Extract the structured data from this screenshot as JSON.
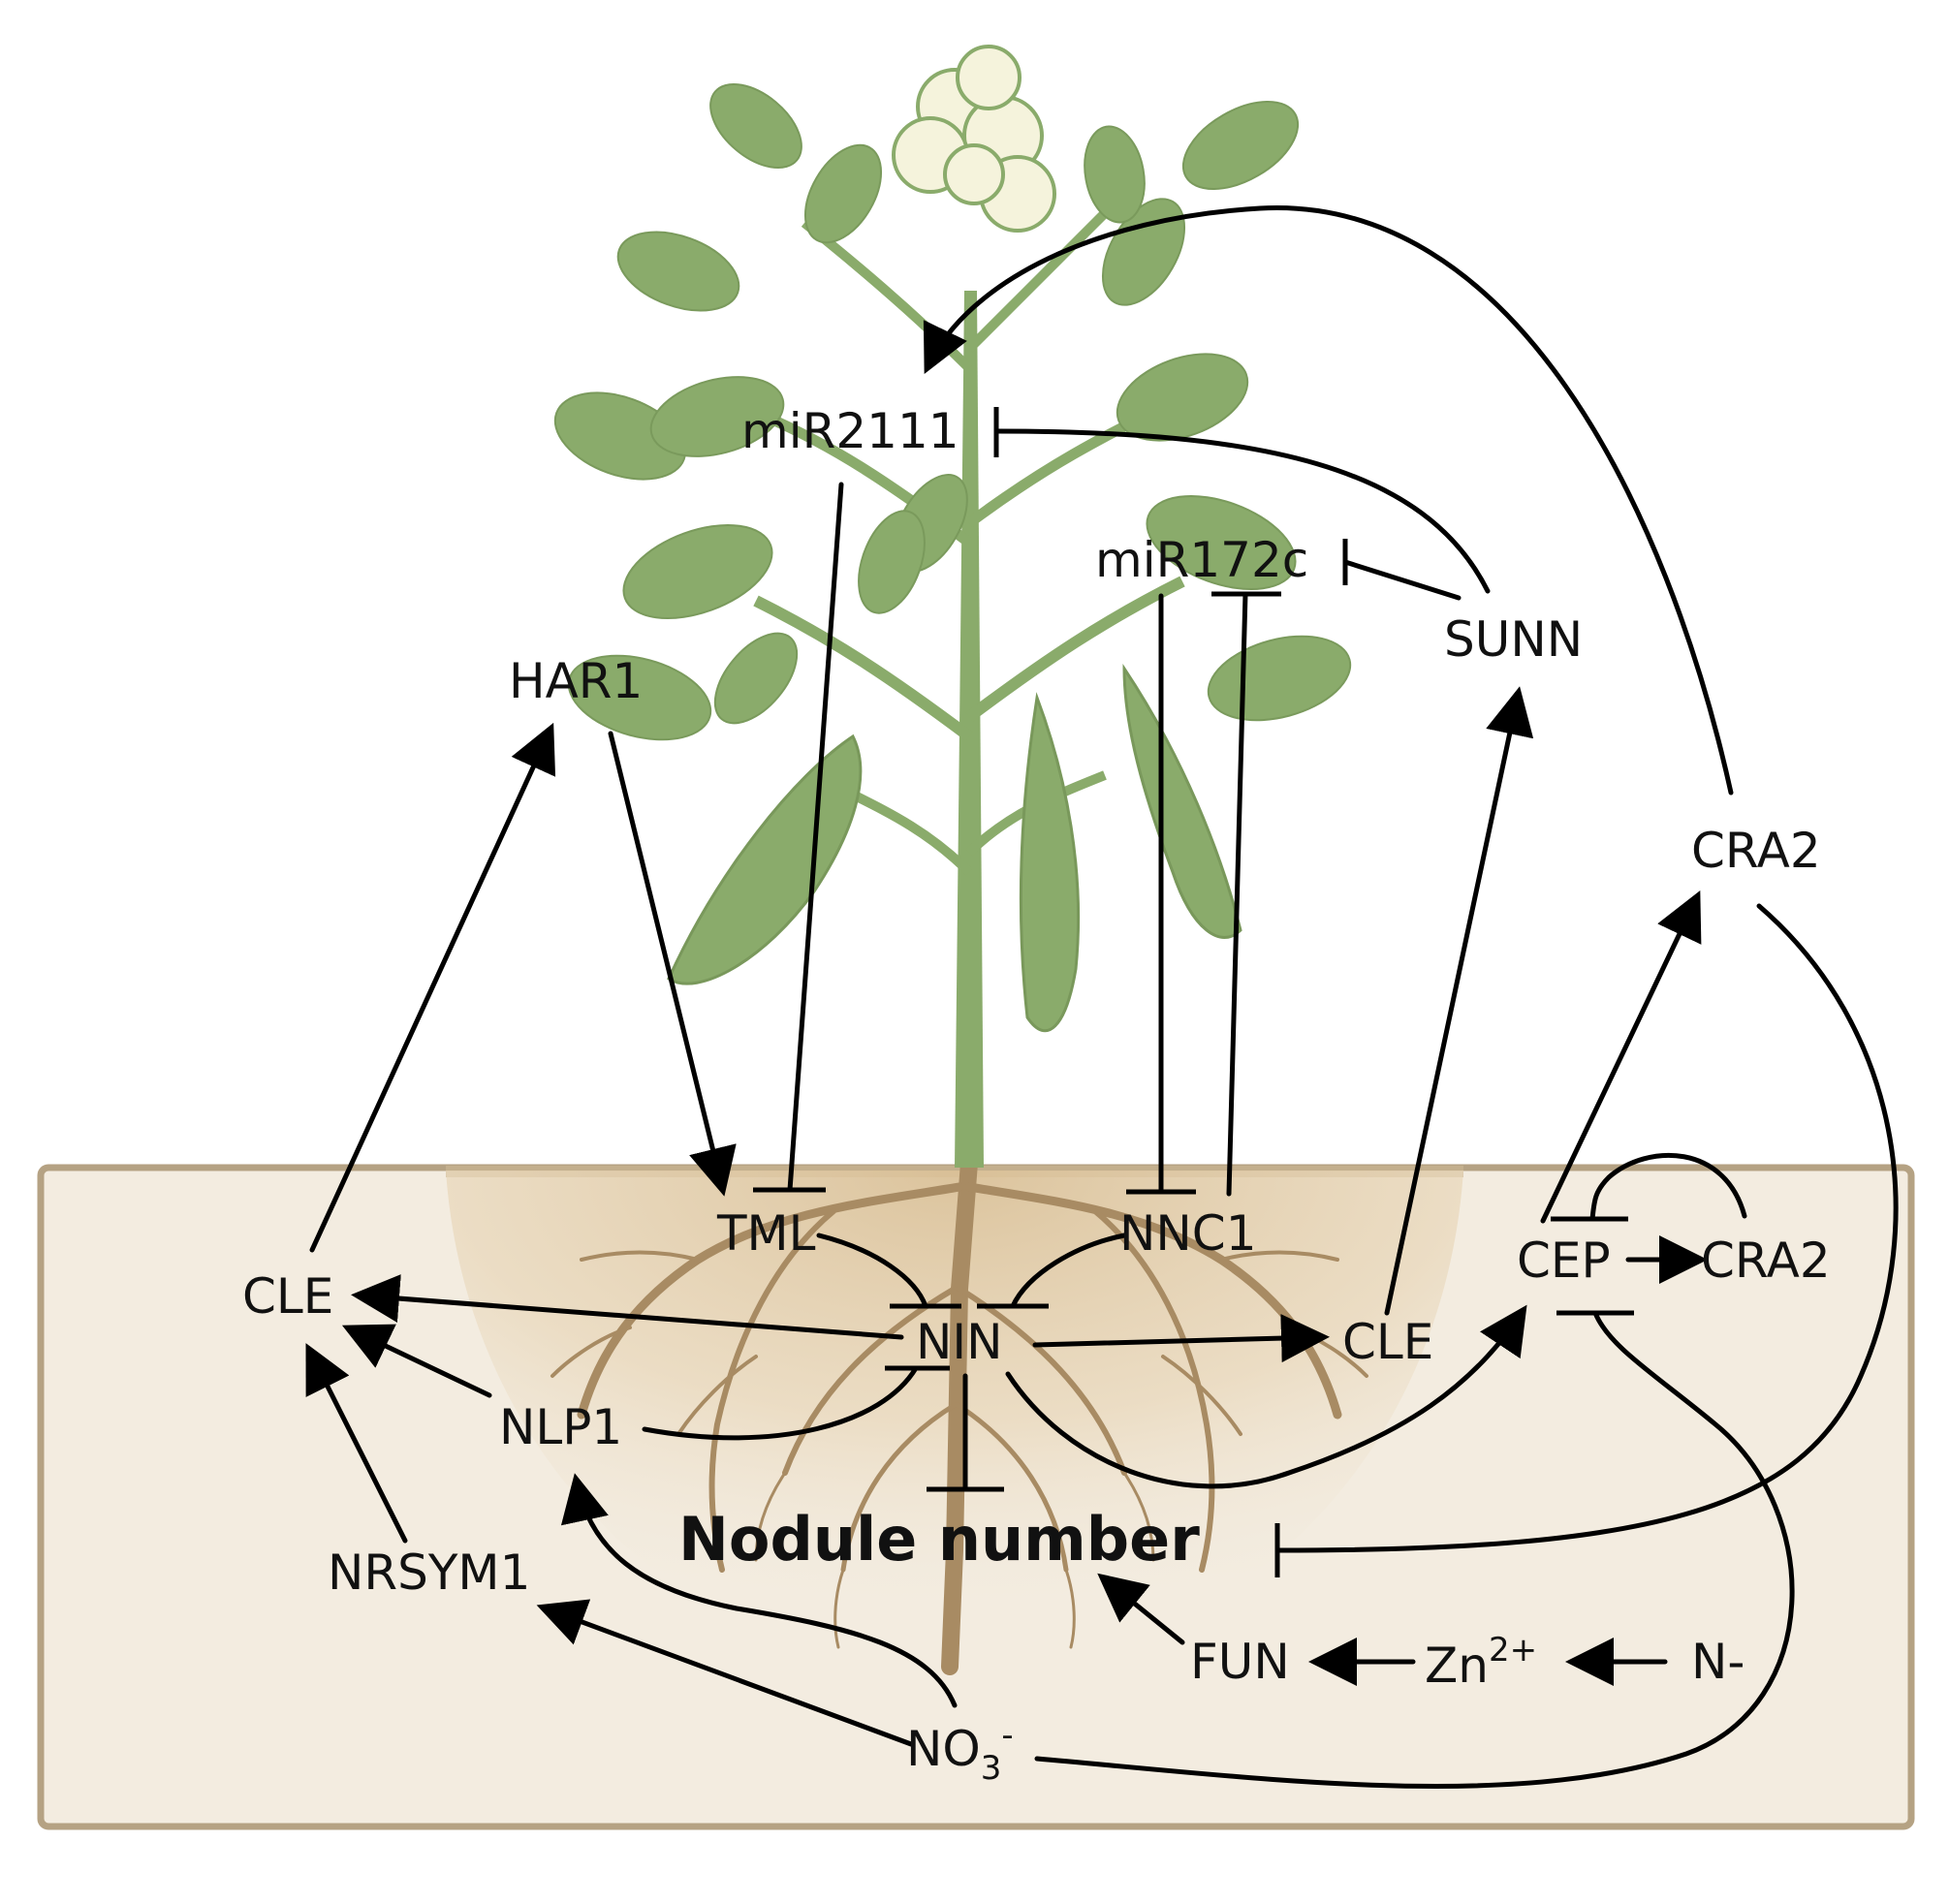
{
  "nodes": {
    "mir2111": "miR2111",
    "mir172c": "miR172c",
    "sunn": "SUNN",
    "har1": "HAR1",
    "cra2_shoot": "CRA2",
    "tml": "TML",
    "nnc1": "NNC1",
    "cle_left": "CLE",
    "nin": "NIN",
    "cle_right": "CLE",
    "cep": "CEP",
    "cra2_root": "CRA2",
    "nlp1": "NLP1",
    "nrsym1": "NRSYM1",
    "nodule_number": "Nodule number",
    "fun": "FUN",
    "zn_base": "Zn",
    "zn_sup": "2+",
    "n_minus": "N-",
    "no3_base": "NO",
    "no3_sub": "3",
    "no3_sup": "-"
  },
  "colors": {
    "soil_fill": "#f3ece0",
    "soil_border": "#b5a283",
    "root_zone": "#e8d6b8",
    "plant_green": "#8aab6b",
    "root_brown": "#a88b63",
    "flower": "#f5f3dc"
  }
}
